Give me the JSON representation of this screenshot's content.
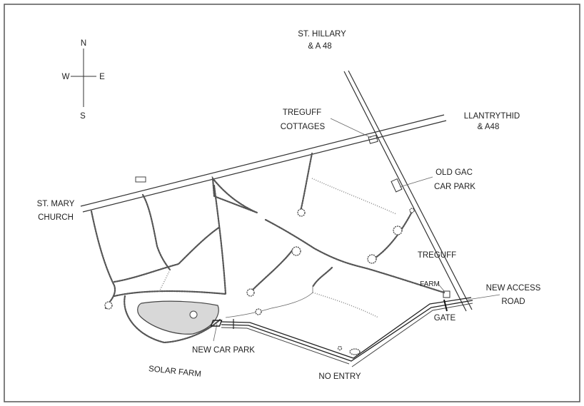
{
  "compass": {
    "north": "N",
    "south": "S",
    "east": "E",
    "west": "W"
  },
  "labels": {
    "st_hillary": [
      "ST. HILLARY",
      "& A 48"
    ],
    "treguff_cottages": [
      "TREGUFF",
      "COTTAGES"
    ],
    "llantrythid": [
      "LLANTRYTHID",
      "& A48"
    ],
    "old_gac_car_park": [
      "OLD GAC",
      "CAR PARK"
    ],
    "st_mary_church": [
      "ST. MARY",
      "CHURCH"
    ],
    "treguff": "TREGUFF",
    "farm": "FARM",
    "new_access_road": [
      "NEW ACCESS",
      "ROAD"
    ],
    "gate": "GATE",
    "new_car_park": "NEW CAR PARK",
    "solar_farm": "SOLAR FARM",
    "no_entry": "NO ENTRY"
  },
  "colors": {
    "ink": "#222222",
    "pond": "#d8d8d8",
    "border": "#555555"
  }
}
